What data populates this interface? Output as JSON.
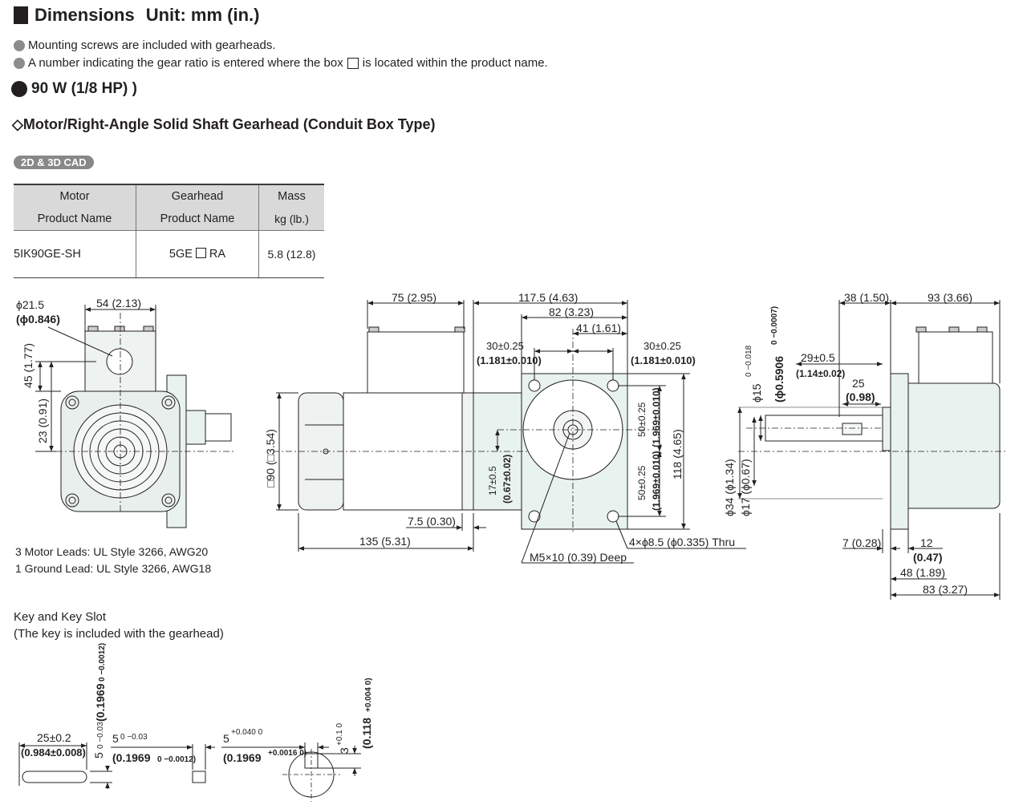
{
  "header": {
    "title": "Dimensions",
    "unit": "Unit: mm (in.)"
  },
  "notes": [
    "Mounting screws are included with gearheads.",
    "A number indicating the gear ratio is entered where the box",
    "is located within the product name."
  ],
  "power_rating": "90 W (1/8 HP) )",
  "subtitle": "◇Motor/Right-Angle Solid Shaft Gearhead (Conduit Box Type)",
  "cad_badge": "2D & 3D CAD",
  "spec_table": {
    "headers": {
      "motor_line1": "Motor",
      "motor_line2": "Product  Name",
      "gearhead_line1": "Gearhead",
      "gearhead_line2": "Product  Name",
      "mass_line1": "Mass",
      "mass_line2": "kg (lb.)"
    },
    "row": {
      "motor": "5IK90GE-SH",
      "gearhead_prefix": "5GE",
      "gearhead_suffix": "RA",
      "mass": "5.8 (12.8)"
    }
  },
  "dimensions": {
    "phi21": "ϕ21.5",
    "phi21_in": "(ϕ0.846)",
    "d54": "54 (2.13)",
    "d45": "45 (1.77)",
    "d23": "23 (0.91)",
    "d75": "75 (2.95)",
    "d117": "117.5 (4.63)",
    "d82": "82 (3.23)",
    "d41": "41 (1.61)",
    "d30a": "30±0.25",
    "d30a_in": "(1.181±0.010)",
    "d30b": "30±0.25",
    "d30b_in": "(1.181±0.010)",
    "d50a": "50±0.25",
    "d50a_in": "(1.969±0.010)",
    "d50b": "50±0.25",
    "d50b_in": "(1.969±0.010)",
    "d118": "118 (4.65)",
    "d90": "□90 (□3.54)",
    "d17": "17±0.5",
    "d17_in": "(0.67±0.02)",
    "d7_5": "7.5 (0.30)",
    "d135": "135 (5.31)",
    "thru": "4×ϕ8.5 (ϕ0.335) Thru",
    "m5": "M5×10 (0.39) Deep",
    "d38": "38 (1.50)",
    "d93": "93 (3.66)",
    "phi15": "ϕ15",
    "phi15_tol": "0 −0.018",
    "phi15_in": "(ϕ0.5906",
    "phi15_in_tol": "0 −0.0007)",
    "d29": "29±0.5",
    "d29_in": "(1.14±0.02)",
    "d25": "25",
    "d25_in": "(0.98)",
    "phi34": "ϕ34 (ϕ1.34)",
    "phi17": "ϕ17 (ϕ0.67)",
    "d7": "7 (0.28)",
    "d12": "12",
    "d12_in": "(0.47)",
    "d48": "48 (1.89)",
    "d83": "83 (3.27)"
  },
  "lead_notes": [
    "3 Motor Leads: UL Style 3266, AWG20",
    "1 Ground Lead: UL Style 3266, AWG18"
  ],
  "key_section": {
    "title": "Key and Key Slot",
    "subtitle": "(The key is included with the gearhead)",
    "k25": "25±0.2",
    "k25_in": "(0.984±0.008)",
    "k5v": "5",
    "k5v_tol": "0 −0.03",
    "k5v_in": "(0.1969",
    "k5v_in_tol": "0 −0.0012)",
    "k5h": "5",
    "k5h_tol": "0 −0.03",
    "k5h_in": "(0.1969",
    "k5h_in_tol": "0 −0.0012)",
    "k5s": "5",
    "k5s_tol": "+0.040 0",
    "k5s_in": "(0.1969",
    "k5s_in_tol": "+0.0016 0)",
    "k3": "3",
    "k3_tol": "+0.1 0",
    "k3_in": "(0.118",
    "k3_in_tol": "+0.004 0)"
  },
  "colors": {
    "gearhead_fill": "#e8f2ef",
    "badge": "#888888",
    "table_header": "#d9d9d9",
    "ink": "#231f20"
  }
}
